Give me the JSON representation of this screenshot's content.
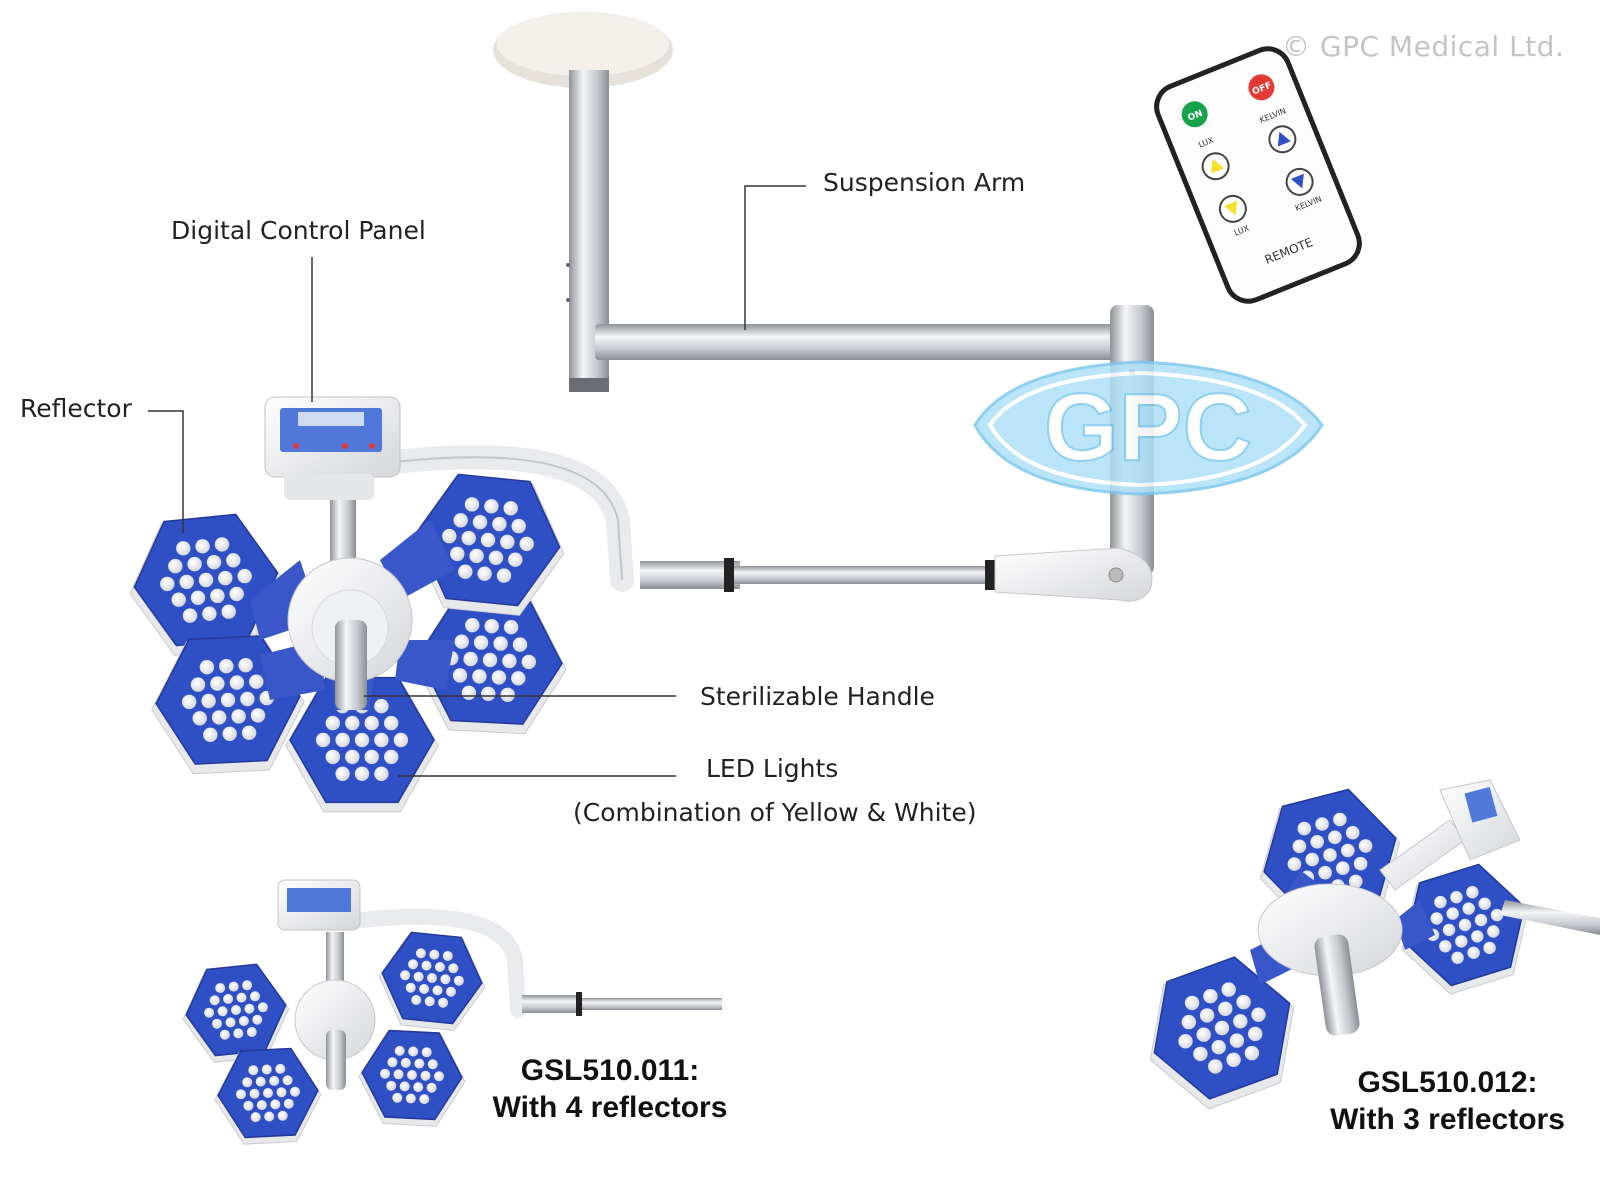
{
  "copyright": "© GPC Medical Ltd.",
  "watermark": "GPC",
  "remote": {
    "on": "ON",
    "off": "OFF",
    "lux_up": "LUX",
    "kelvin_up": "KELVIN",
    "lux_down": "LUX",
    "kelvin_down": "KELVIN",
    "label": "REMOTE"
  },
  "labels": {
    "suspension_arm": "Suspension Arm",
    "digital_control_panel": "Digital Control Panel",
    "reflector": "Reflector",
    "sterilizable_handle": "Sterilizable Handle",
    "led_lights": "LED Lights",
    "led_lights_note": "(Combination of Yellow & White)"
  },
  "models": [
    {
      "code": "GSL510.011:",
      "desc": "With 4 reflectors"
    },
    {
      "code": "GSL510.012:",
      "desc": "With 3 reflectors"
    }
  ],
  "colors": {
    "reflector_blue": "#2f4fc4",
    "led_white": "#f2f2ee",
    "arm_grey": "#c9cbcf",
    "watermark_blue": "#7cc8ee",
    "remote_on": "#17a34a",
    "remote_off": "#e53935"
  }
}
